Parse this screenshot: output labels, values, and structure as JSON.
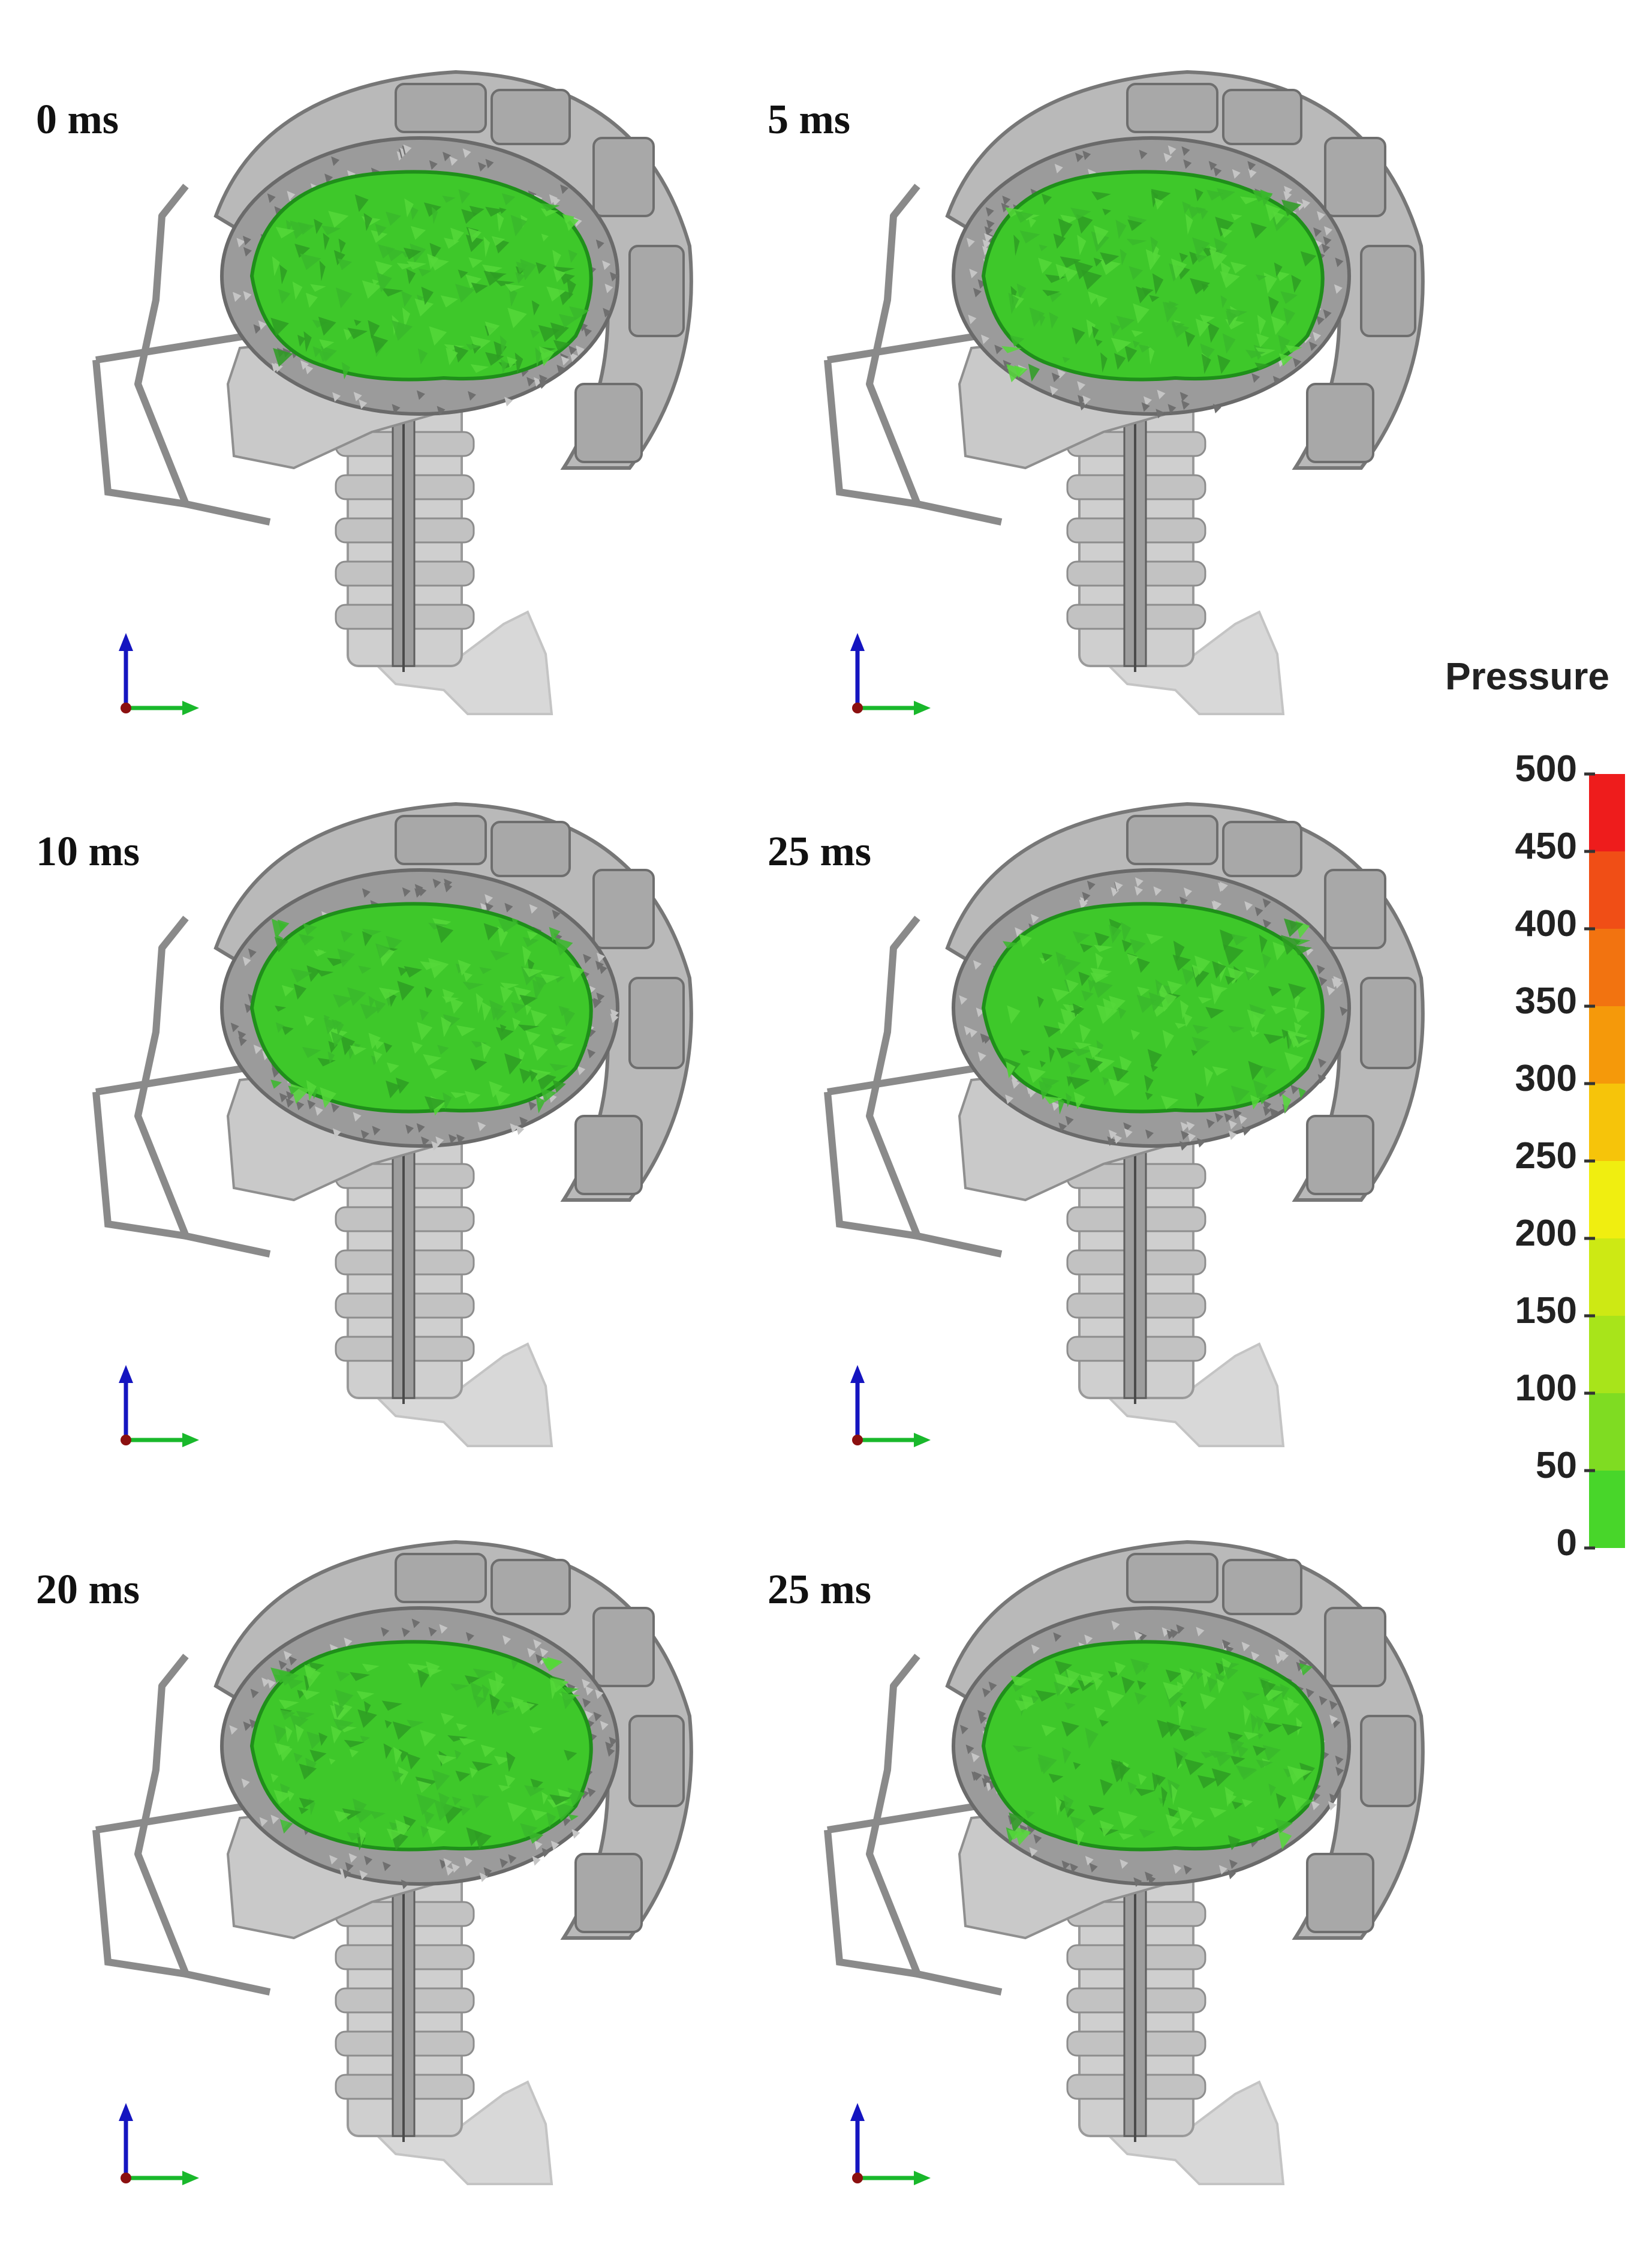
{
  "panels": [
    {
      "id": "p1",
      "time": "0 ms"
    },
    {
      "id": "p2",
      "time": "5 ms"
    },
    {
      "id": "p3",
      "time": "10 ms"
    },
    {
      "id": "p4",
      "time": "25 ms"
    },
    {
      "id": "p5",
      "time": "20 ms"
    },
    {
      "id": "p6",
      "time": "25 ms"
    }
  ],
  "legend": {
    "title": "Pressure",
    "ticks": [
      "500",
      "450",
      "400",
      "350",
      "300",
      "250",
      "200",
      "150",
      "100",
      "50",
      "0"
    ],
    "colors": [
      "#ee1c1c",
      "#f04e16",
      "#f27310",
      "#f5990a",
      "#f6c40a",
      "#f0ee10",
      "#cde914",
      "#a8e41a",
      "#7fdc22",
      "#48d62a"
    ]
  },
  "colors": {
    "brain": "#3ec82a",
    "brain_dark": "#1f8f1a",
    "helmet": "#b9b9b9",
    "helmet_dark": "#777777",
    "axis_z": "#1515c0",
    "axis_y": "#19b82b",
    "axis_x": "#8b1010"
  }
}
